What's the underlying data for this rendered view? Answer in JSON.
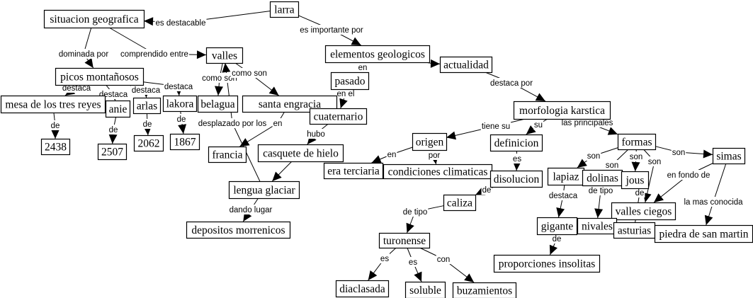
{
  "nodes": [
    {
      "id": "larra",
      "label": "larra"
    },
    {
      "id": "situacion",
      "label": "situacion geografica"
    },
    {
      "id": "valles",
      "label": "valles"
    },
    {
      "id": "picos",
      "label": "picos montañosos"
    },
    {
      "id": "mesa",
      "label": "mesa de los tres reyes"
    },
    {
      "id": "anie",
      "label": "anie"
    },
    {
      "id": "arlas",
      "label": "arlas"
    },
    {
      "id": "lakora",
      "label": "lakora"
    },
    {
      "id": "belagua",
      "label": "belagua"
    },
    {
      "id": "santa",
      "label": "santa engracia"
    },
    {
      "id": "n2438",
      "label": "2438"
    },
    {
      "id": "n2507",
      "label": "2507"
    },
    {
      "id": "n2062",
      "label": "2062"
    },
    {
      "id": "n1867",
      "label": "1867"
    },
    {
      "id": "francia",
      "label": "francia"
    },
    {
      "id": "casquete",
      "label": "casquete de hielo"
    },
    {
      "id": "cuaternario",
      "label": "cuaternario"
    },
    {
      "id": "lengua",
      "label": "lengua glaciar"
    },
    {
      "id": "depositos",
      "label": "depositos morrenicos"
    },
    {
      "id": "elementos",
      "label": "elementos geologicos"
    },
    {
      "id": "actualidad",
      "label": "actualidad"
    },
    {
      "id": "pasado",
      "label": "pasado"
    },
    {
      "id": "morfologia",
      "label": "morfologia karstica"
    },
    {
      "id": "origen",
      "label": "origen"
    },
    {
      "id": "definicion",
      "label": "definicion"
    },
    {
      "id": "era",
      "label": "era terciaria"
    },
    {
      "id": "condiciones",
      "label": "condiciones climaticas"
    },
    {
      "id": "disolucion",
      "label": "disolucion"
    },
    {
      "id": "caliza",
      "label": "caliza"
    },
    {
      "id": "turonense",
      "label": "turonense"
    },
    {
      "id": "diaclasada",
      "label": "diaclasada"
    },
    {
      "id": "soluble",
      "label": "soluble"
    },
    {
      "id": "buzamientos",
      "label": "buzamientos"
    },
    {
      "id": "formas",
      "label": "formas"
    },
    {
      "id": "simas",
      "label": "simas"
    },
    {
      "id": "lapiaz",
      "label": "lapiaz"
    },
    {
      "id": "dolinas",
      "label": "dolinas"
    },
    {
      "id": "jous",
      "label": "jous"
    },
    {
      "id": "vallesciegos",
      "label": "valles ciegos"
    },
    {
      "id": "gigante",
      "label": "gigante"
    },
    {
      "id": "nivales",
      "label": "nivales"
    },
    {
      "id": "asturias",
      "label": "asturias"
    },
    {
      "id": "piedra",
      "label": "piedra de san martin"
    },
    {
      "id": "proporciones",
      "label": "proporciones insolitas"
    }
  ],
  "links": [
    {
      "from": "larra",
      "to": "situacion",
      "label": "es destacable"
    },
    {
      "from": "larra",
      "to": "elementos",
      "label": "es importante por"
    },
    {
      "from": "situacion",
      "to": "picos",
      "label": "dominada por"
    },
    {
      "from": "situacion",
      "to": "valles",
      "label": "comprendido entre"
    },
    {
      "from": "picos",
      "to": "mesa",
      "label": "destaca"
    },
    {
      "from": "picos",
      "to": "anie",
      "label": "destaca"
    },
    {
      "from": "picos",
      "to": "arlas",
      "label": "destaca"
    },
    {
      "from": "picos",
      "to": "lakora",
      "label": "destaca"
    },
    {
      "from": "mesa",
      "to": "n2438",
      "label": "de"
    },
    {
      "from": "anie",
      "to": "n2507",
      "label": "de"
    },
    {
      "from": "arlas",
      "to": "n2062",
      "label": "de"
    },
    {
      "from": "lakora",
      "to": "n1867",
      "label": "de"
    },
    {
      "from": "valles",
      "to": "belagua",
      "label": "como son"
    },
    {
      "from": "valles",
      "to": "santa",
      "label": "como son"
    },
    {
      "from": "lengua",
      "to": "valles",
      "label": "desplazado por los"
    },
    {
      "from": "santa",
      "to": "francia",
      "label": "en"
    },
    {
      "from": "elementos",
      "to": "pasado",
      "label": "en"
    },
    {
      "from": "elementos",
      "to": "actualidad",
      "label": ""
    },
    {
      "from": "pasado",
      "to": "cuaternario",
      "label": "en el"
    },
    {
      "from": "cuaternario",
      "to": "casquete",
      "label": "hubo"
    },
    {
      "from": "casquete",
      "to": "lengua",
      "label": ""
    },
    {
      "from": "lengua",
      "to": "depositos",
      "label": "dando lugar"
    },
    {
      "from": "actualidad",
      "to": "morfologia",
      "label": "destaca por"
    },
    {
      "from": "morfologia",
      "to": "origen",
      "label": "tiene su"
    },
    {
      "from": "morfologia",
      "to": "definicion",
      "label": "su"
    },
    {
      "from": "morfologia",
      "to": "formas",
      "label": "las principales"
    },
    {
      "from": "origen",
      "to": "era",
      "label": "en"
    },
    {
      "from": "origen",
      "to": "condiciones",
      "label": "por"
    },
    {
      "from": "definicion",
      "to": "disolucion",
      "label": "es"
    },
    {
      "from": "disolucion",
      "to": "caliza",
      "label": "de"
    },
    {
      "from": "caliza",
      "to": "turonense",
      "label": "de tipo"
    },
    {
      "from": "turonense",
      "to": "diaclasada",
      "label": "es"
    },
    {
      "from": "turonense",
      "to": "soluble",
      "label": "es"
    },
    {
      "from": "turonense",
      "to": "buzamientos",
      "label": "con"
    },
    {
      "from": "formas",
      "to": "lapiaz",
      "label": "son"
    },
    {
      "from": "formas",
      "to": "dolinas",
      "label": "son"
    },
    {
      "from": "formas",
      "to": "jous",
      "label": "son"
    },
    {
      "from": "formas",
      "to": "vallesciegos",
      "label": "son"
    },
    {
      "from": "formas",
      "to": "simas",
      "label": "son"
    },
    {
      "from": "simas",
      "to": "vallesciegos",
      "label": "en fondo de"
    },
    {
      "from": "simas",
      "to": "piedra",
      "label": "la mas conocida"
    },
    {
      "from": "lapiaz",
      "to": "gigante",
      "label": "destaca"
    },
    {
      "from": "dolinas",
      "to": "nivales",
      "label": "de tipo"
    },
    {
      "from": "jous",
      "to": "asturias",
      "label": "de"
    },
    {
      "from": "gigante",
      "to": "proporciones",
      "label": "de"
    }
  ]
}
